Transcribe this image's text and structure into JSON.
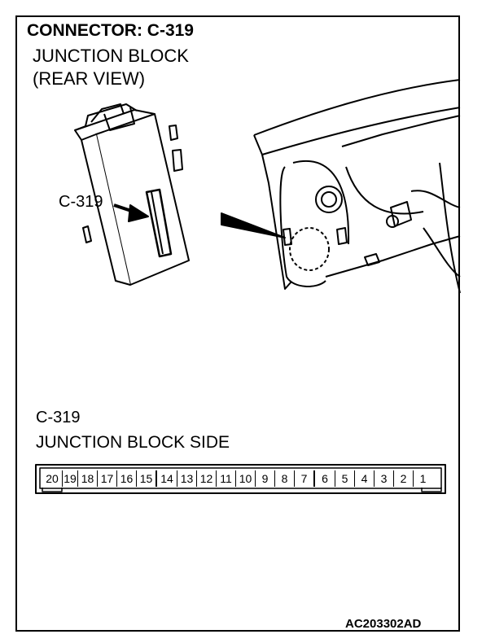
{
  "title": "CONNECTOR: C-319",
  "subtitle_line1": "JUNCTION BLOCK",
  "subtitle_line2": "(REAR VIEW)",
  "illustration_label": "C-319",
  "section_line1": "C-319",
  "section_line2": "JUNCTION BLOCK SIDE",
  "pins": [
    "20",
    "19",
    "18",
    "17",
    "16",
    "15",
    "14",
    "13",
    "12",
    "11",
    "10",
    "9",
    "8",
    "7",
    "6",
    "5",
    "4",
    "3",
    "2",
    "1"
  ],
  "figure_code": "AC203302AD"
}
